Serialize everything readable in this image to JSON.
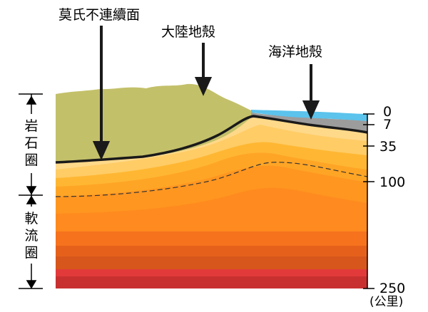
{
  "labels": {
    "moho": "莫氏不連續面",
    "continental_crust": "大陸地殼",
    "oceanic_crust": "海洋地殼"
  },
  "layers": {
    "lithosphere": [
      "岩",
      "石",
      "圈"
    ],
    "asthenosphere": [
      "軟",
      "流",
      "圈"
    ]
  },
  "depth_scale": {
    "ticks": [
      "0",
      "7",
      "35",
      "100",
      "250"
    ],
    "unit": "(公里)"
  },
  "colors": {
    "crust_continental": "#c3c06a",
    "crust_oceanic_gray": "#9c9c9c",
    "ocean_water": "#5bc3ec",
    "boundary_line": "#1a1a1a",
    "mantle_top": "#ffd98a",
    "mantle_mid": "#ff9f22",
    "mantle_deep": "#d7561c",
    "mantle_bottom": "#c83030"
  }
}
